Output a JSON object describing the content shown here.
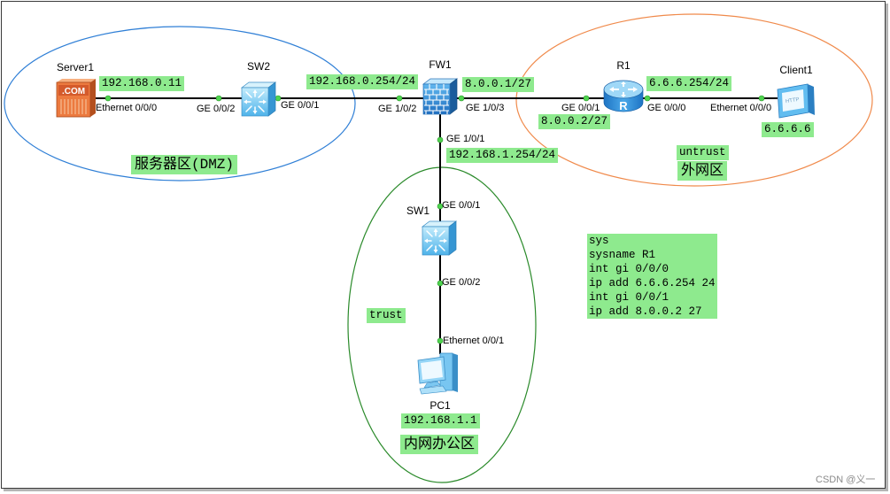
{
  "devices": {
    "server1": {
      "label": "Server1",
      "icon": "server-icon",
      "icon_text": ".COM",
      "port": "Ethernet 0/0/0",
      "ip": "192.168.0.11"
    },
    "sw2": {
      "label": "SW2",
      "icon": "switch-icon",
      "port_left": "GE 0/0/2",
      "port_right": "GE 0/0/1"
    },
    "fw1": {
      "label": "FW1",
      "icon": "firewall-icon",
      "port_left": "GE 1/0/2",
      "port_right": "GE 1/0/3",
      "port_down": "GE 1/0/1",
      "ip_left": "192.168.0.254/24",
      "ip_right": "8.0.0.1/27",
      "ip_down": "192.168.1.254/24"
    },
    "r1": {
      "label": "R1",
      "icon": "router-icon",
      "icon_text": "R",
      "port_left": "GE 0/0/1",
      "port_right": "GE 0/0/0",
      "ip_left": "8.0.0.2/27",
      "ip_right": "6.6.6.254/24"
    },
    "client1": {
      "label": "Client1",
      "icon": "client-icon",
      "icon_text": "HTTP",
      "port": "Ethernet 0/0/0",
      "ip": "6.6.6.6"
    },
    "sw1": {
      "label": "SW1",
      "icon": "switch-icon",
      "port_up": "GE 0/0/1",
      "port_down": "GE 0/0/2"
    },
    "pc1": {
      "label": "PC1",
      "icon": "pc-icon",
      "port": "Ethernet 0/0/1",
      "ip": "192.168.1.1"
    }
  },
  "zones": {
    "dmz": {
      "label": "服务器区(DMZ)",
      "color": "#2f7fd6"
    },
    "untrust": {
      "label": "外网区",
      "tag": "untrust",
      "color": "#f08a4b"
    },
    "trust": {
      "label": "内网办公区",
      "tag": "trust",
      "color": "#2a8a2a"
    }
  },
  "r1_config_note": {
    "lines": [
      "sys",
      "sysname R1",
      "int gi 0/0/0",
      "ip add 6.6.6.254 24",
      "int gi 0/0/1",
      "ip add 8.0.0.2 27"
    ]
  },
  "watermark": "CSDN @义一",
  "colors": {
    "label_background": "#8eea8e",
    "link": "#000000",
    "port_dot": "#4fd44f"
  }
}
